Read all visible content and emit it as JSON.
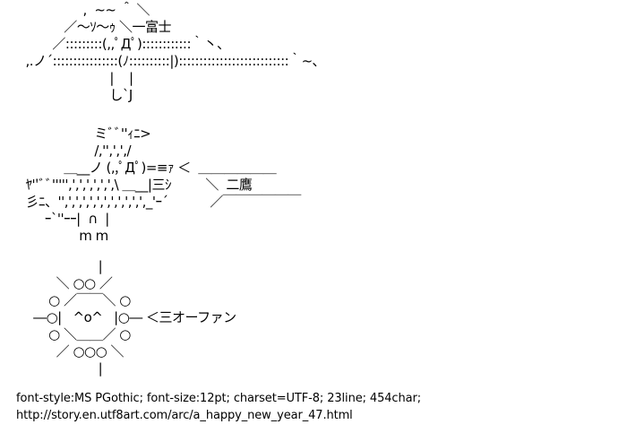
{
  "art": {
    "fuji": {
      "label": "一富士",
      "text": "                 ,  ~~ ＾ ＼\n            ／～ｿ～ｩ ＼一富士\n         ／:::::::::(,,ﾟДﾟ)::::::::::::｀丶、\n  ,.ノ´::::::::::::::::(ﾉ::::::::::|):::::::::::::::::::::::::::｀~､\n                        |    |\n                        し`J"
    },
    "taka": {
      "label": "二鷹",
      "text": "                    ミﾞﾞ''ｨﾆ>\n                    /,'',',',/\n            ＿__ノ (,,ﾟДﾟ)=≡ｧ ＜  ＿＿＿＿＿＿\n  ﾔ''ﾞﾞ''''',',',',',',',\\ ＿__|三ｼ         ＼  二鷹\n  彡ﾆ、'',',',',',',',',',',',',_'ｰ´           ／￣￣￣￣￣￣\n       ｰ`''ｰｰ|  ∩  |\n                m m"
    },
    "nasu": {
      "label": "＜三オーファン",
      "text": "                     |\n          ＼ ○○ ／\n        ○ ／￣￣＼ ○\n    ―○|   ^o^   |○― ＜三オーファン\n        ○ ＼＿＿／ ○\n          ／ ○○○ ＼\n                     |"
    }
  },
  "footer": {
    "info": "font-style:MS PGothic; font-size:12pt; charset=UTF-8; 23line; 454char;",
    "url": "http://story.en.utf8art.com/arc/a_happy_new_year_47.html"
  }
}
